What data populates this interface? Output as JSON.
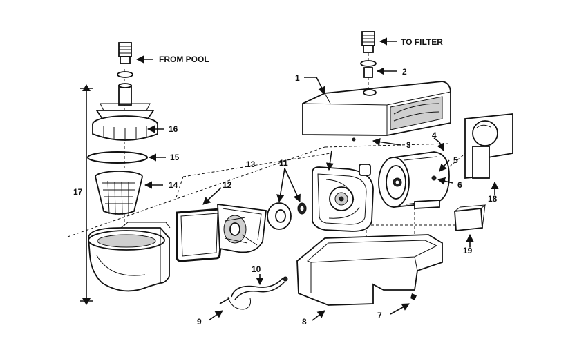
{
  "captions": {
    "from_pool": "FROM POOL",
    "to_filter": "TO FILTER"
  },
  "callouts": {
    "c1": "1",
    "c2": "2",
    "c3": "3",
    "c4": "4",
    "c5": "5",
    "c6": "6",
    "c7": "7",
    "c8": "8",
    "c9": "9",
    "c10": "10",
    "c11": "11",
    "c12": "12",
    "c13": "13",
    "c14": "14",
    "c15": "15",
    "c16": "16",
    "c17": "17",
    "c18": "18",
    "c19": "19"
  }
}
